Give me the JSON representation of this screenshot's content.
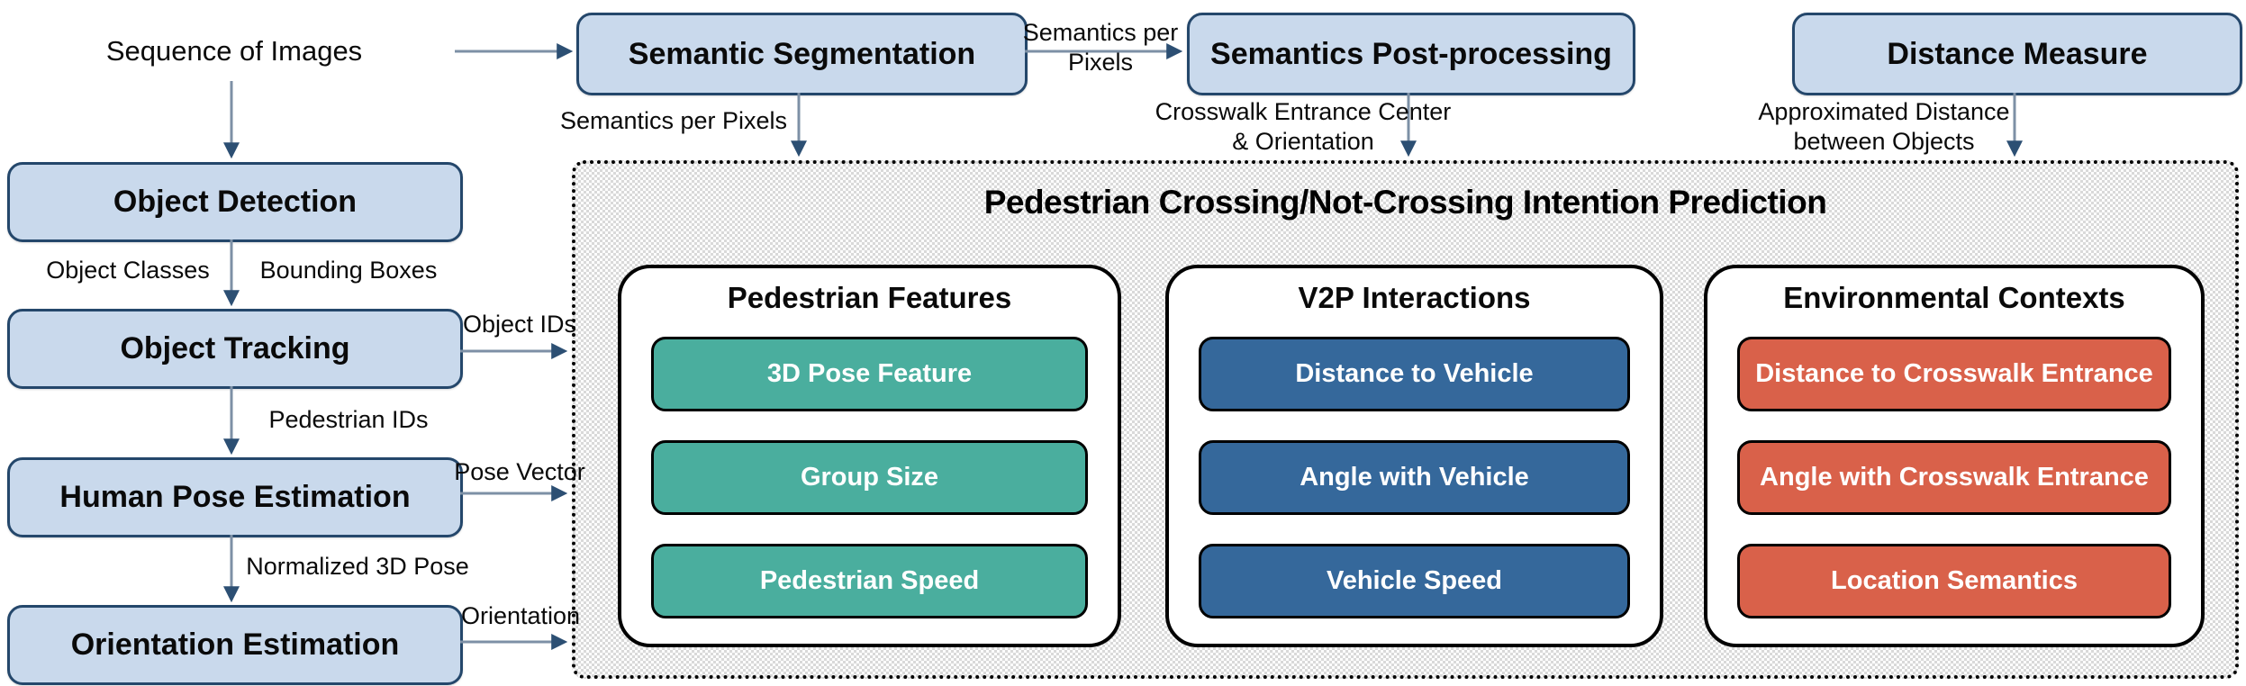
{
  "pipeline": {
    "source_label": "Sequence of Images",
    "nodes": {
      "semantic_segmentation": "Semantic Segmentation",
      "semantics_post_processing": "Semantics Post-processing",
      "distance_measure": "Distance Measure",
      "object_detection": "Object Detection",
      "object_tracking": "Object Tracking",
      "human_pose_estimation": "Human Pose Estimation",
      "orientation_estimation": "Orientation Estimation"
    },
    "edge_labels": {
      "semantics_per_pixels_right": "Semantics per Pixels",
      "semantics_per_pixels_down": "Semantics per Pixels",
      "crosswalk_entrance": "Crosswalk Entrance Center & Orientation",
      "approximated_distance": "Approximated Distance between Objects",
      "object_classes": "Object Classes",
      "bounding_boxes": "Bounding Boxes",
      "pedestrian_ids": "Pedestrian IDs",
      "normalized_3d_pose": "Normalized 3D Pose",
      "object_ids": "Object IDs",
      "pose_vector": "Pose Vector",
      "orientation": "Orientation"
    }
  },
  "prediction_module": {
    "title": "Pedestrian Crossing/Not-Crossing Intention Prediction",
    "groups": [
      {
        "title": "Pedestrian Features",
        "color": "#4aae9e",
        "items": [
          "3D Pose Feature",
          "Group Size",
          "Pedestrian Speed"
        ]
      },
      {
        "title": "V2P Interactions",
        "color": "#35689b",
        "items": [
          "Distance to Vehicle",
          "Angle with Vehicle",
          "Vehicle Speed"
        ]
      },
      {
        "title": "Environmental Contexts",
        "color": "#d9614a",
        "items": [
          "Distance to Crosswalk Entrance",
          "Angle with Crosswalk Entrance",
          "Location Semantics"
        ]
      }
    ]
  },
  "colors": {
    "node_fill": "#c9d9ec",
    "node_border": "#24476b",
    "arrow_line": "#7d90a6",
    "arrow_head": "#2c4f73",
    "module_border": "#000000",
    "panel_border": "#000000",
    "pedestrian_features_fill": "#4aae9e",
    "v2p_interactions_fill": "#35689b",
    "environmental_contexts_fill": "#d9614a"
  }
}
